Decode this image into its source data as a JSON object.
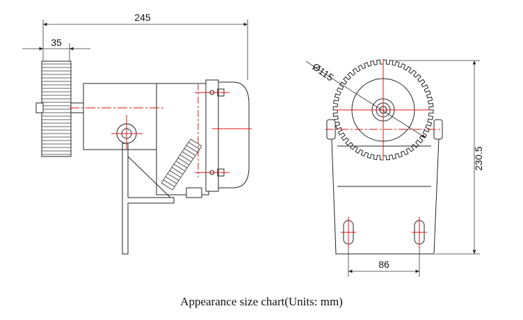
{
  "dimensions": {
    "overall_length": "245",
    "wheel_width": "35",
    "wheel_diameter": "Ø115",
    "height": "230.5",
    "mount_spacing": "86"
  },
  "caption": "Appearance size chart(Units: mm)",
  "colors": {
    "line": "#222222",
    "centerline": "#e01010"
  }
}
